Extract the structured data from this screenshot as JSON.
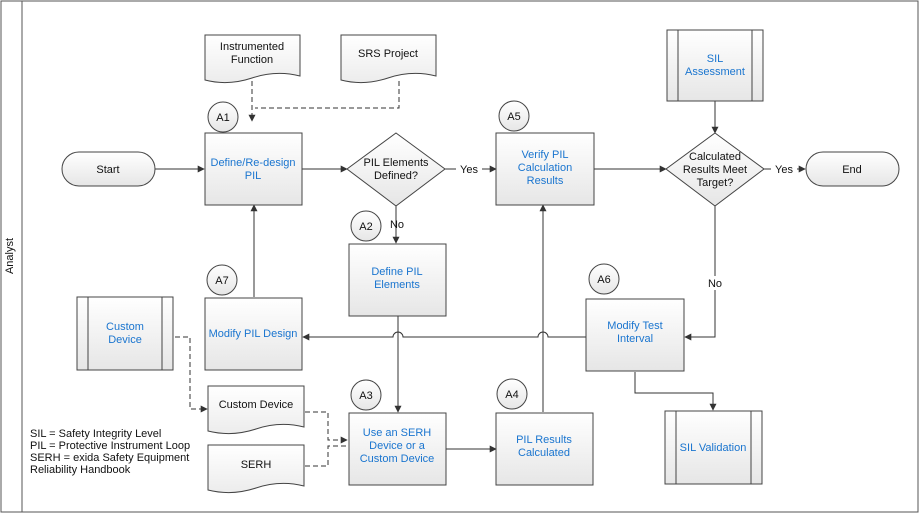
{
  "lane": {
    "label": "Analyst"
  },
  "nodes": {
    "start": "Start",
    "end": "End",
    "a1": {
      "tag": "A1",
      "line1": "Define/Re-design",
      "line2": "PIL"
    },
    "a2": {
      "tag": "A2",
      "line1": "Define PIL",
      "line2": "Elements"
    },
    "a3": {
      "tag": "A3",
      "line1": "Use an SERH",
      "line2": "Device or a",
      "line3": "Custom Device"
    },
    "a4": {
      "tag": "A4",
      "line1": "PIL Results",
      "line2": "Calculated"
    },
    "a5": {
      "tag": "A5",
      "line1": "Verify PIL",
      "line2": "Calculation",
      "line3": "Results"
    },
    "a6": {
      "tag": "A6",
      "line1": "Modify Test",
      "line2": "Interval"
    },
    "a7": {
      "tag": "A7",
      "line1": "Modify PIL Design"
    },
    "decision1": {
      "line1": "PIL Elements",
      "line2": "Defined?"
    },
    "decision2": {
      "line1": "Calculated",
      "line2": "Results Meet",
      "line3": "Target?"
    },
    "sil_assessment": {
      "line1": "SIL",
      "line2": "Assessment"
    },
    "custom_device_sub": {
      "line1": "Custom",
      "line2": "Device"
    },
    "sil_validation": "SIL Validation",
    "doc_instrumented": {
      "line1": "Instrumented",
      "line2": "Function"
    },
    "doc_srs": "SRS Project",
    "doc_custom_device": "Custom Device",
    "doc_serh": "SERH"
  },
  "edges": {
    "yes1": "Yes",
    "no1": "No",
    "yes2": "Yes",
    "no2": "No"
  },
  "legend": [
    "SIL = Safety Integrity Level",
    "PIL = Protective Instrument Loop",
    "SERH = exida Safety Equipment",
    "Reliability Handbook"
  ],
  "colors": {
    "link": "#1a75cf",
    "box_fill": "#f2f2f2",
    "border": "#444444"
  }
}
